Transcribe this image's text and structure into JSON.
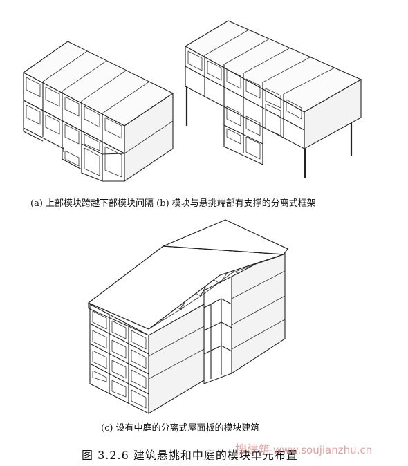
{
  "captions": {
    "a": "(a) 上部模块跨越下部模块间隔",
    "b": "(b) 模块与悬挑端部有支撑的分离式框架",
    "c": "(c) 设有中庭的分离式屋面板的模块建筑"
  },
  "figure_title": "图 3.2.6   建筑悬挑和中庭的模块单元布置",
  "watermark": {
    "text": "搜建筑",
    "url": "www.soujianzhu.cn"
  }
}
